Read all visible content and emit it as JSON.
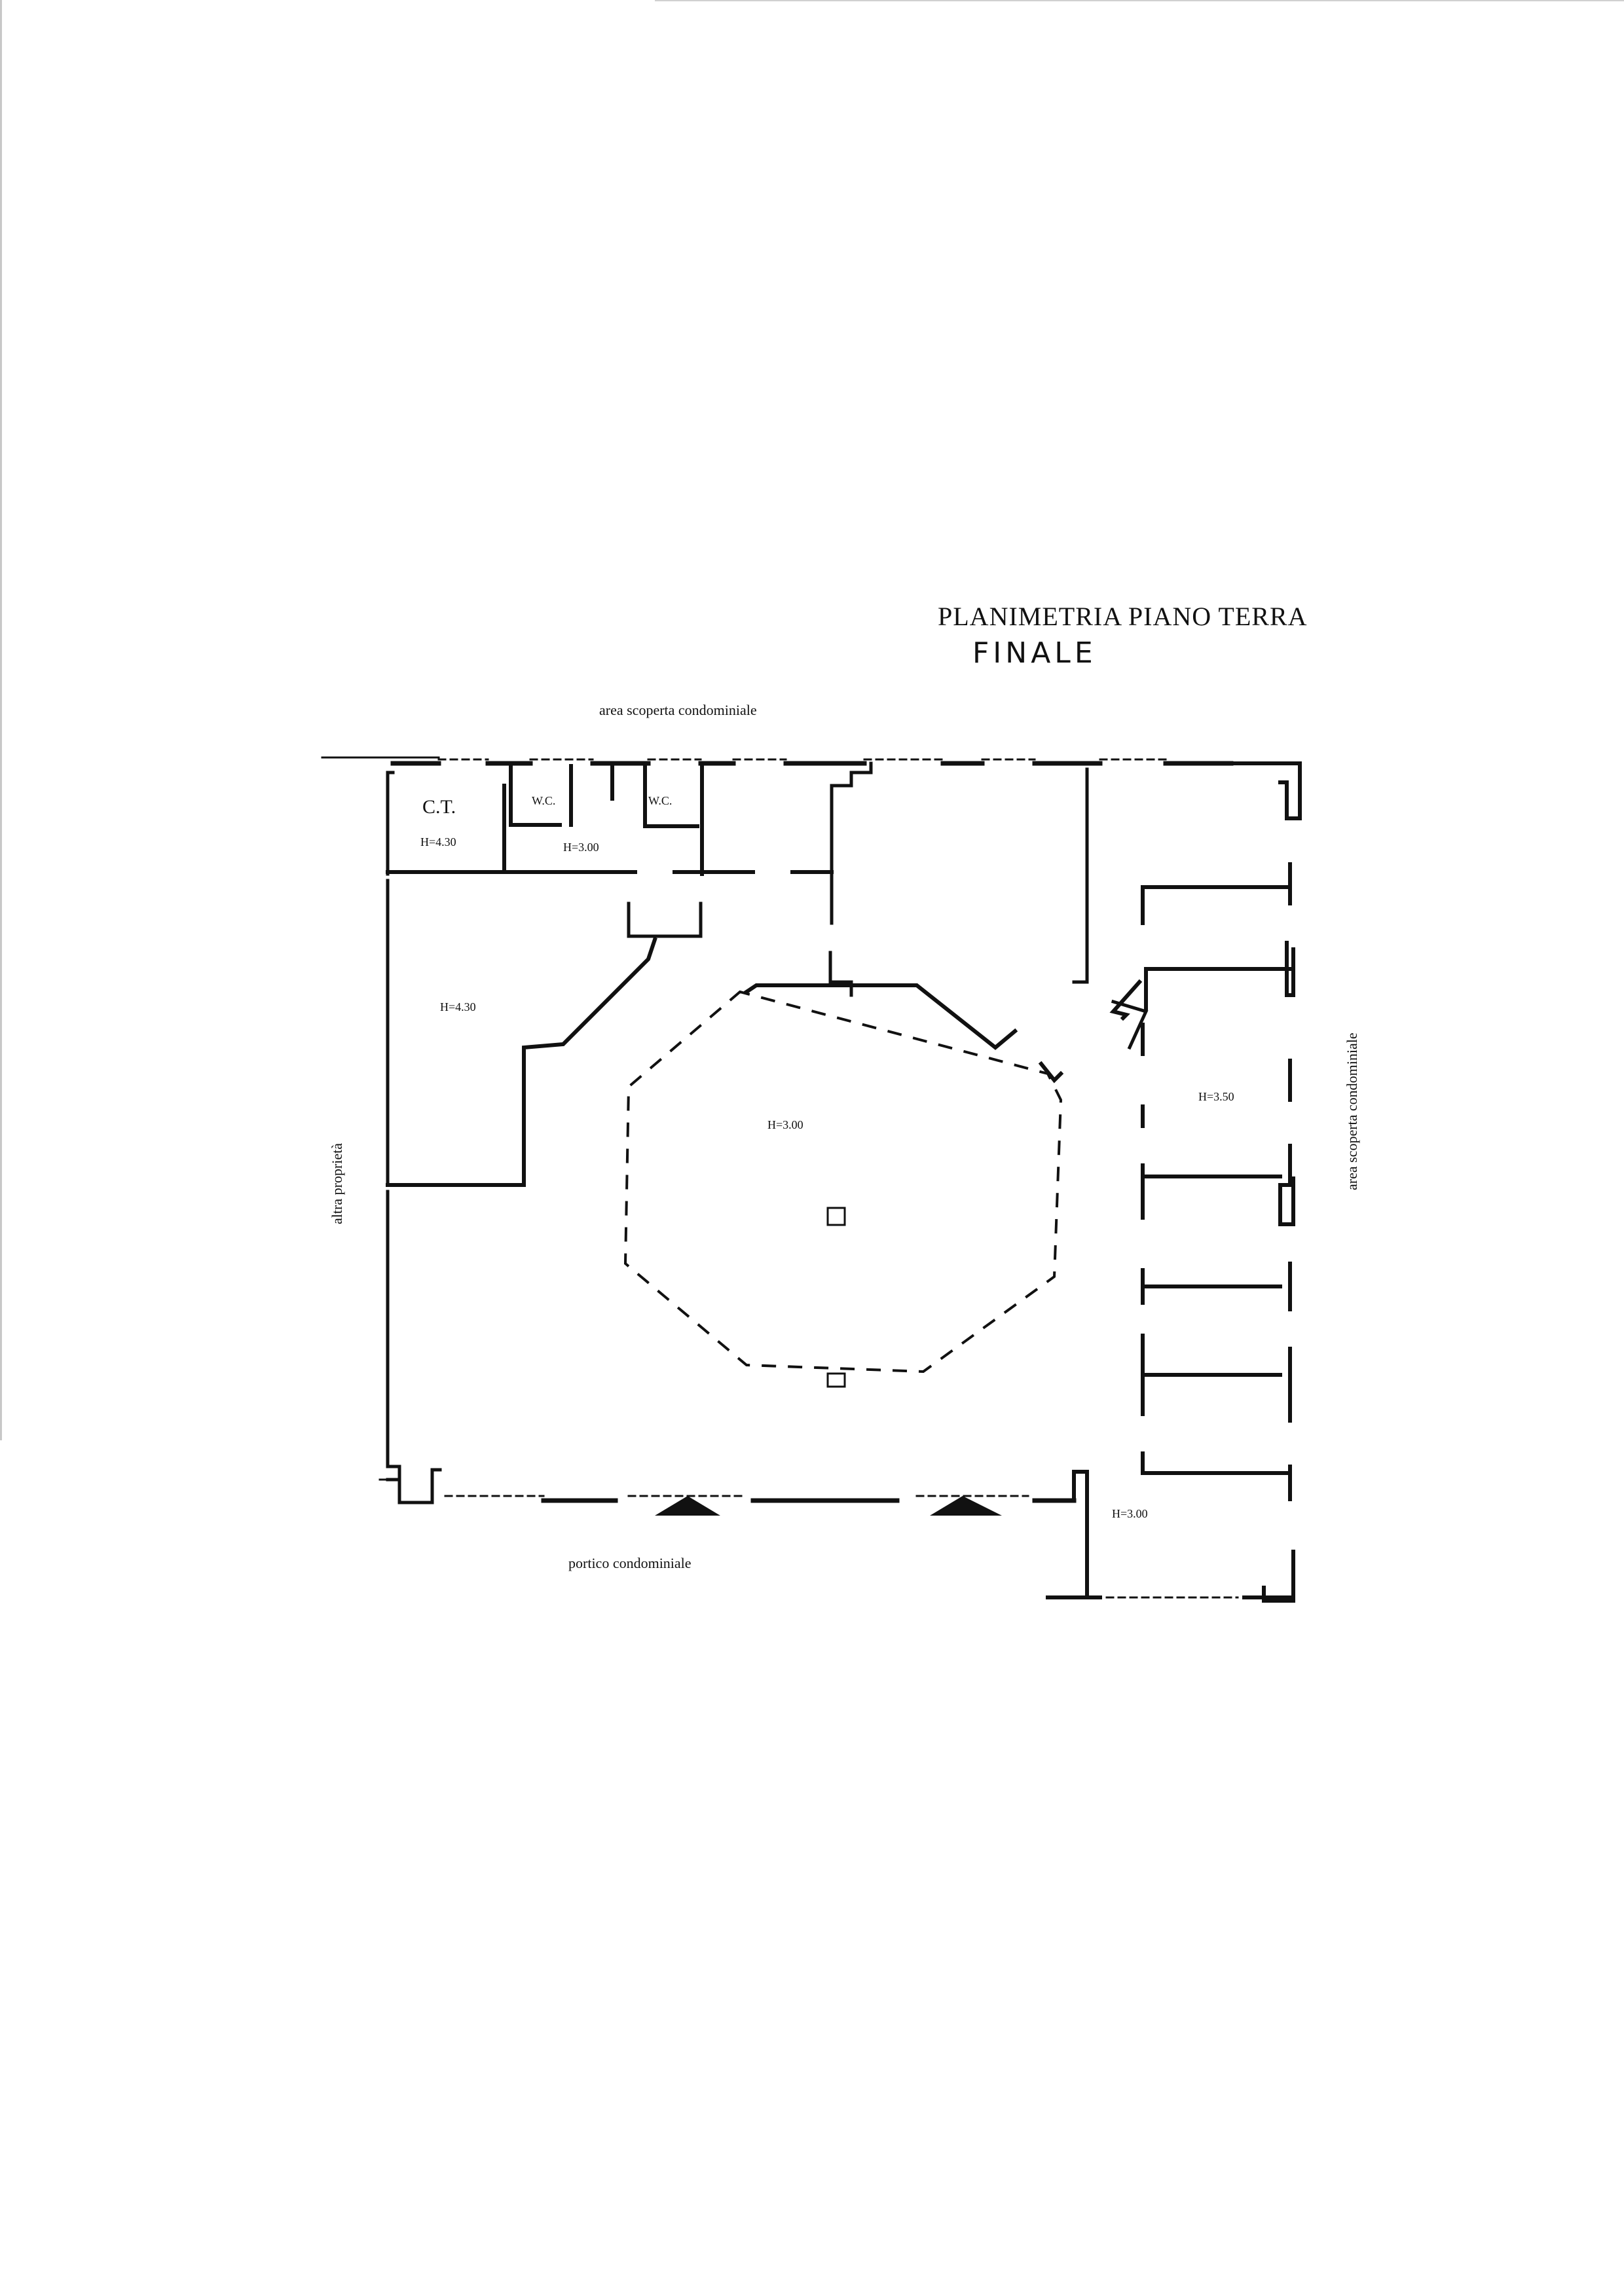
{
  "document": {
    "title": "PLANIMETRIA PIANO TERRA",
    "subtitle": "FINALE"
  },
  "plan": {
    "labels": {
      "top": "area scoperta condominiale",
      "bottom": "portico condominiale",
      "left": "altra proprietà",
      "right": "area scoperta condominiale"
    },
    "rooms": {
      "ct": "C.T.",
      "ct_height": "H=4.30",
      "wc1": "W.C.",
      "wc2": "W.C.",
      "wc_height": "H=3.00",
      "west_room_height": "H=4.30",
      "central_hall_height": "H=3.00",
      "east_room_height": "H=3.50",
      "southeast_room_height": "H=3.00"
    }
  }
}
